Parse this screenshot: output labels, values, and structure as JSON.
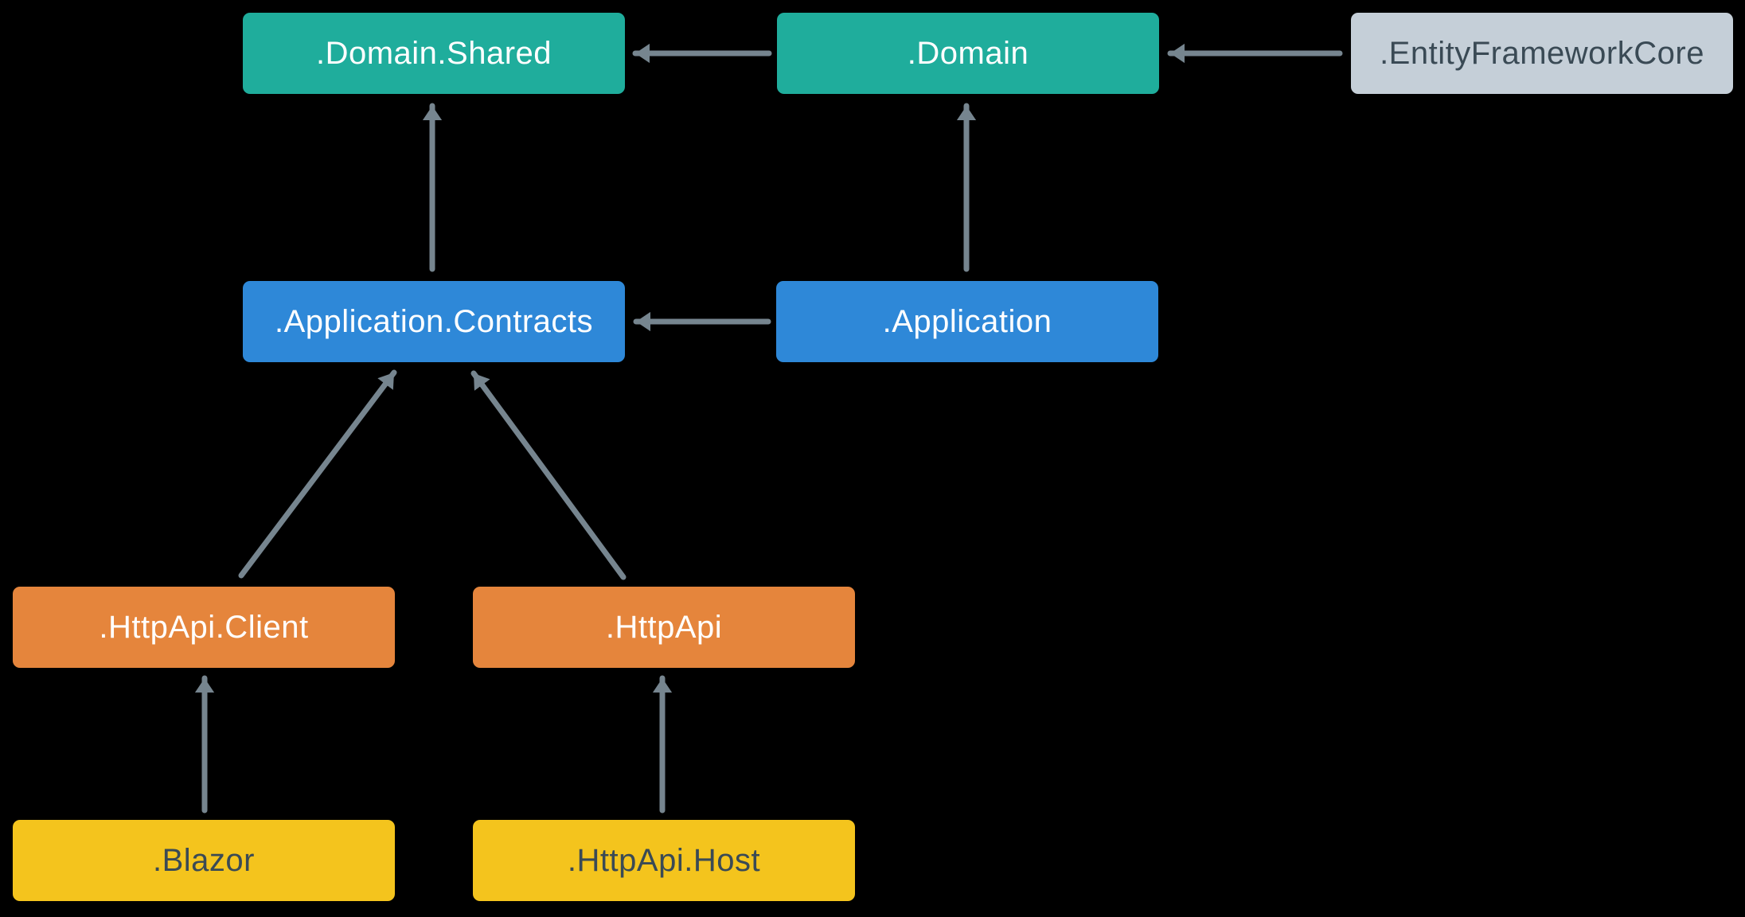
{
  "diagram": {
    "background_color": "#000000",
    "arrow_color": "#76858f",
    "nodes": {
      "domain_shared": {
        "label": ".Domain.Shared",
        "fill": "#1fad9c",
        "text_color": "#ffffff"
      },
      "domain": {
        "label": ".Domain",
        "fill": "#1fad9c",
        "text_color": "#ffffff"
      },
      "entity_framework_core": {
        "label": ".EntityFrameworkCore",
        "fill": "#c5cfd8",
        "text_color": "#3a4a55"
      },
      "application_contracts": {
        "label": ".Application.Contracts",
        "fill": "#2e88d8",
        "text_color": "#ffffff"
      },
      "application": {
        "label": ".Application",
        "fill": "#2e88d8",
        "text_color": "#ffffff"
      },
      "httpapi_client": {
        "label": ".HttpApi.Client",
        "fill": "#e5853c",
        "text_color": "#ffffff"
      },
      "httpapi": {
        "label": ".HttpApi",
        "fill": "#e5853c",
        "text_color": "#ffffff"
      },
      "blazor": {
        "label": ".Blazor",
        "fill": "#f4c41d",
        "text_color": "#3a4a55"
      },
      "httpapi_host": {
        "label": ".HttpApi.Host",
        "fill": "#f4c41d",
        "text_color": "#3a4a55"
      }
    },
    "edges": [
      {
        "from": ".Domain",
        "to": ".Domain.Shared"
      },
      {
        "from": ".EntityFrameworkCore",
        "to": ".Domain"
      },
      {
        "from": ".Application.Contracts",
        "to": ".Domain.Shared"
      },
      {
        "from": ".Application",
        "to": ".Domain"
      },
      {
        "from": ".Application",
        "to": ".Application.Contracts"
      },
      {
        "from": ".HttpApi.Client",
        "to": ".Application.Contracts"
      },
      {
        "from": ".HttpApi",
        "to": ".Application.Contracts"
      },
      {
        "from": ".Blazor",
        "to": ".HttpApi.Client"
      },
      {
        "from": ".HttpApi.Host",
        "to": ".HttpApi"
      }
    ]
  }
}
